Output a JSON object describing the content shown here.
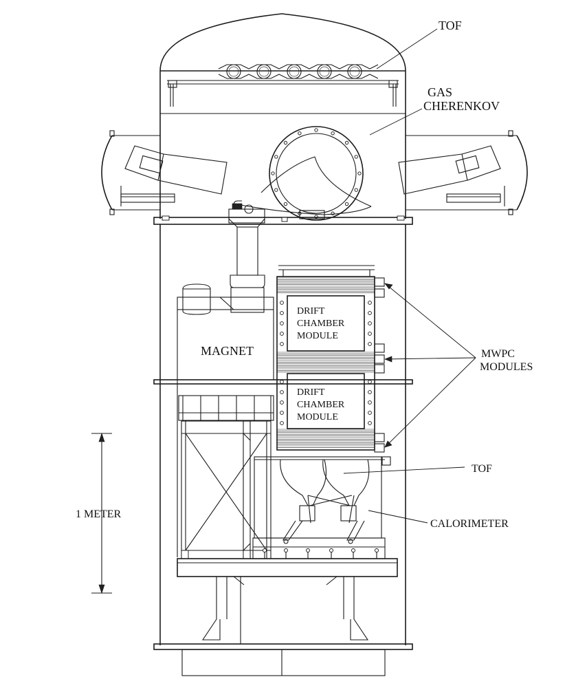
{
  "labels": {
    "tof_top": "TOF",
    "gas_line1": "GAS",
    "gas_line2": "CHERENKOV",
    "drift1_line1": "DRIFT",
    "drift1_line2": "CHAMBER",
    "drift1_line3": "MODULE",
    "drift2_line1": "DRIFT",
    "drift2_line2": "CHAMBER",
    "drift2_line3": "MODULE",
    "magnet": "MAGNET",
    "mwpc_line1": "MWPC",
    "mwpc_line2": "MODULES",
    "tof_bottom": "TOF",
    "calorimeter": "CALORIMETER",
    "scale": "1 METER"
  }
}
